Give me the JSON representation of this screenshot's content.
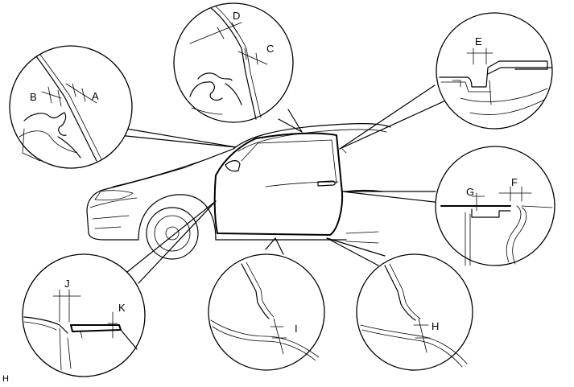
{
  "labels": {
    "a": "A",
    "b": "B",
    "c": "C",
    "d": "D",
    "e": "E",
    "f": "F",
    "g": "G",
    "h": "H",
    "i": "I",
    "j": "J",
    "k": "K"
  },
  "corner_mark": "H"
}
